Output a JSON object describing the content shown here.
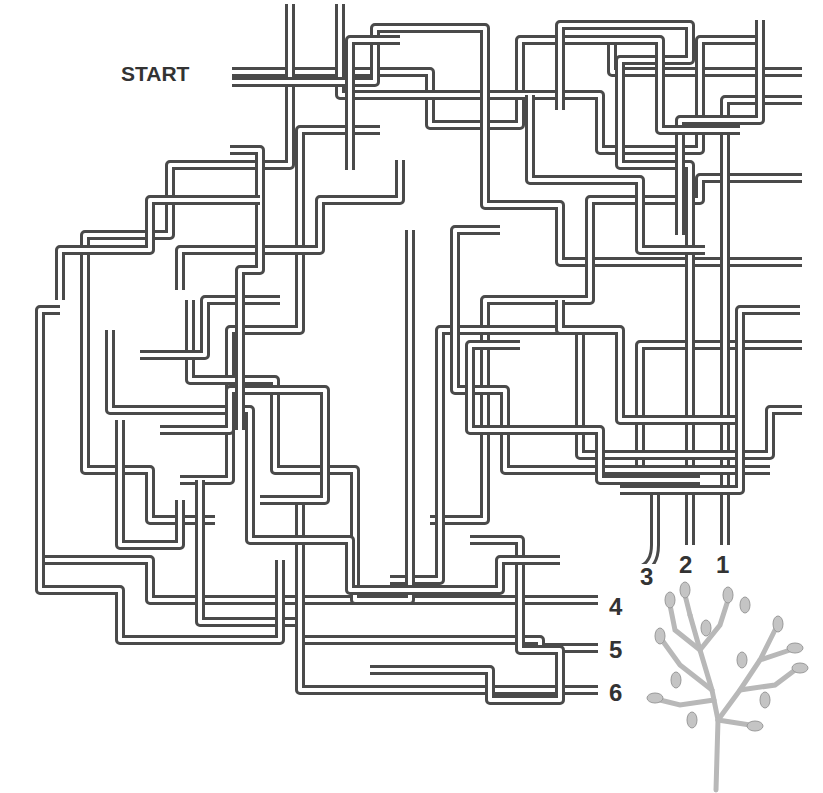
{
  "diagram": {
    "labels": [
      "START",
      "3",
      "2",
      "1",
      "4",
      "5",
      "6"
    ]
  }
}
